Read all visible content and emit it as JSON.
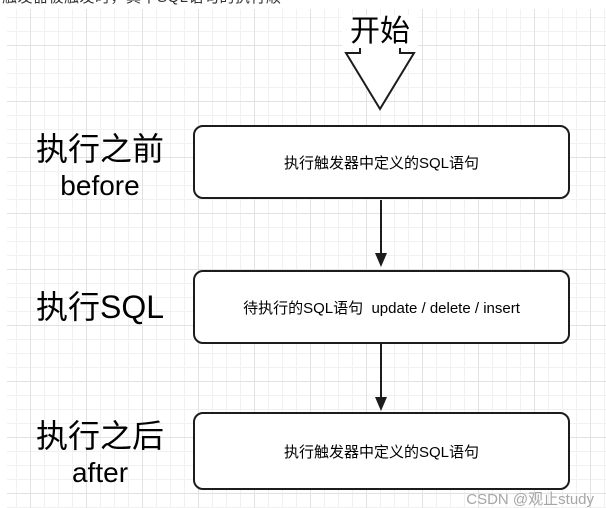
{
  "page": {
    "clipped_caption": "触发器被触发时，其中SQL语句的执行顺序如下图："
  },
  "flowchart": {
    "start_label": "开始",
    "rows": [
      {
        "side_label": "执行之前",
        "side_label_sub": "before",
        "box_text": "执行触发器中定义的SQL语句"
      },
      {
        "side_label": "执行SQL",
        "side_label_sub": "",
        "box_text": "待执行的SQL语句  update / delete / insert"
      },
      {
        "side_label": "执行之后",
        "side_label_sub": "after",
        "box_text": "执行触发器中定义的SQL语句"
      }
    ],
    "icons": {
      "start_arrow": "block-arrow-down",
      "connector": "solid-arrow-down"
    },
    "colors": {
      "shape_stroke": "#1c1c1c",
      "shape_fill": "#ffffff",
      "text": "#000000",
      "grid_minor": "#f1f1f1",
      "grid_major": "#e2e2e2",
      "watermark": "#a6a6a6"
    }
  },
  "watermark": {
    "text": "CSDN @观止study"
  }
}
